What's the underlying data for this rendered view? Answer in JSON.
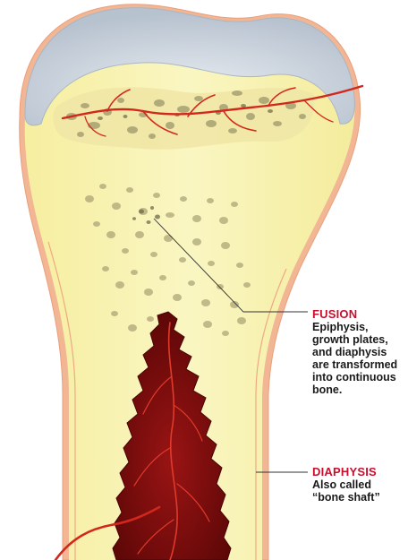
{
  "labels": {
    "fusion": {
      "title": "FUSION",
      "lines": [
        "Epiphysis,",
        "growth plates,",
        "and diaphysis",
        "are transformed",
        "into continuous",
        "bone."
      ]
    },
    "diaphysis": {
      "title": "DIAPHYSIS",
      "lines": [
        "Also called",
        "“bone shaft”"
      ]
    }
  },
  "colors": {
    "label_red": "#c8102e",
    "cartilage": "#c9d3de",
    "bone_fill": "#f8f3b0",
    "periosteum": "#f3b08a",
    "marrow": "#7a0c0c",
    "vessel": "#d2281c",
    "leader_line": "#333333"
  }
}
